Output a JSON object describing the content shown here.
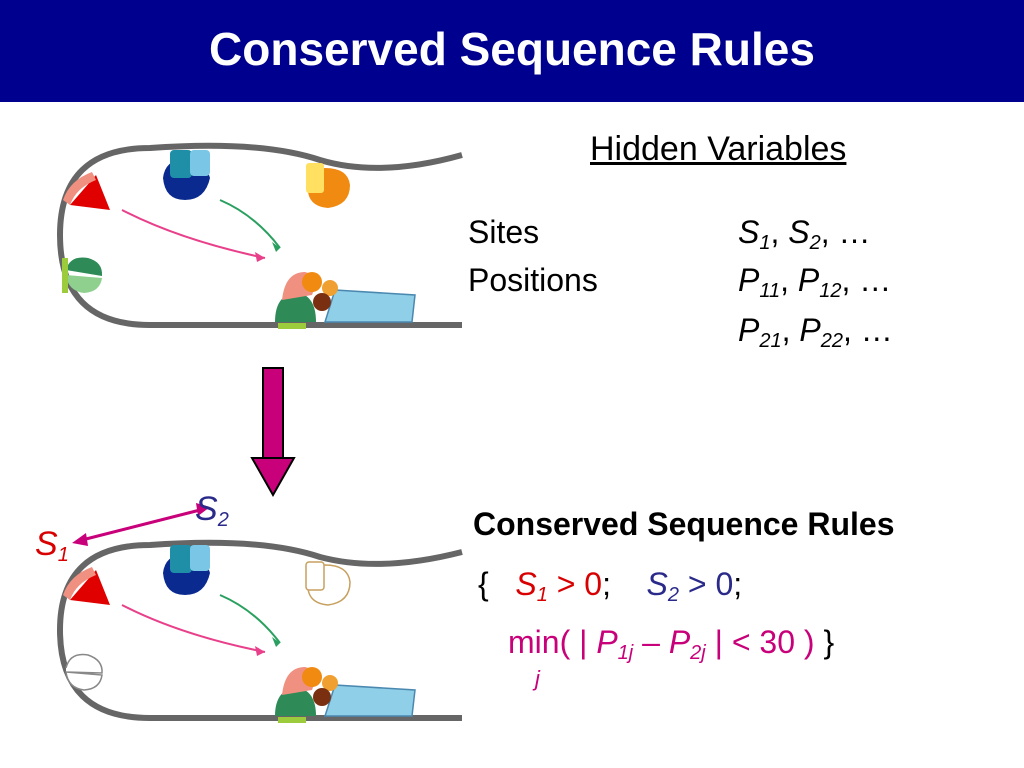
{
  "title": "Conserved Sequence Rules",
  "hidden_variables": {
    "heading": "Hidden Variables",
    "sites_label": "Sites",
    "positions_label": "Positions",
    "sites_value": {
      "s1": "S",
      "s1_sub": "1",
      "s2": "S",
      "s2_sub": "2",
      "ellipsis": "…"
    },
    "positions_row1": {
      "a": "P",
      "a_sub": "11",
      "b": "P",
      "b_sub": "12",
      "ellipsis": "…"
    },
    "positions_row2": {
      "a": "P",
      "a_sub": "21",
      "b": "P",
      "b_sub": "22",
      "ellipsis": "…"
    }
  },
  "rules": {
    "heading": "Conserved Sequence Rules",
    "open_brace": "{",
    "s1": "S",
    "s1_sub": "1",
    "s1_cond": "> 0",
    "s2": "S",
    "s2_sub": "2",
    "s2_cond": "> 0",
    "sep": ";",
    "min_prefix": "min( | ",
    "p1": "P",
    "p1_sub": "1j",
    "dash": " – ",
    "p2": "P",
    "p2_sub": "2j",
    "min_suffix": " | < 30 )",
    "close_brace": "}",
    "min_index": "j"
  },
  "diagram_labels": {
    "s1": "S",
    "s1_sub": "1",
    "s2": "S",
    "s2_sub": "2"
  },
  "colors": {
    "title_bar": "#00008f",
    "site1": "#d80000",
    "site2": "#2a2a8a",
    "formula": "#c8007a",
    "arrow": "#c8007a"
  }
}
